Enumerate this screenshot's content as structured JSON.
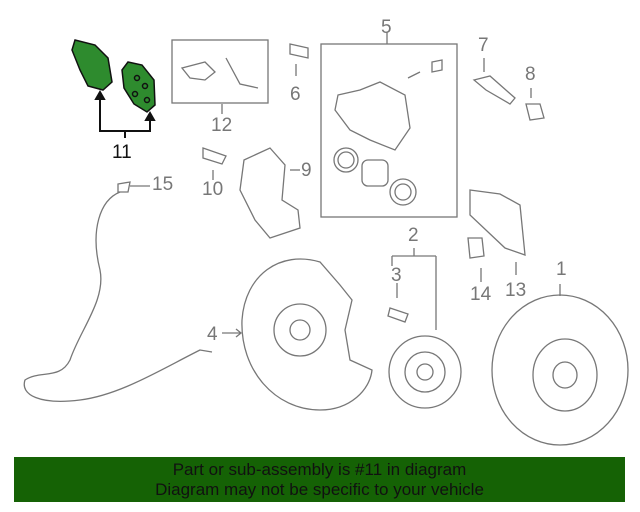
{
  "diagram": {
    "callouts": [
      {
        "id": "c1",
        "text": "1"
      },
      {
        "id": "c2",
        "text": "2"
      },
      {
        "id": "c3",
        "text": "3"
      },
      {
        "id": "c4",
        "text": "4"
      },
      {
        "id": "c5",
        "text": "5"
      },
      {
        "id": "c6",
        "text": "6"
      },
      {
        "id": "c7",
        "text": "7"
      },
      {
        "id": "c8",
        "text": "8"
      },
      {
        "id": "c9",
        "text": "9"
      },
      {
        "id": "c10",
        "text": "10"
      },
      {
        "id": "c11",
        "text": "11"
      },
      {
        "id": "c12",
        "text": "12"
      },
      {
        "id": "c13",
        "text": "13"
      },
      {
        "id": "c14",
        "text": "14"
      },
      {
        "id": "c15",
        "text": "15"
      }
    ],
    "highlight_color": "#2e8b2e"
  },
  "banner": {
    "line1": "Part or sub-assembly is #11 in diagram",
    "line2": "Diagram may not be specific to your vehicle",
    "color": "#156205"
  }
}
